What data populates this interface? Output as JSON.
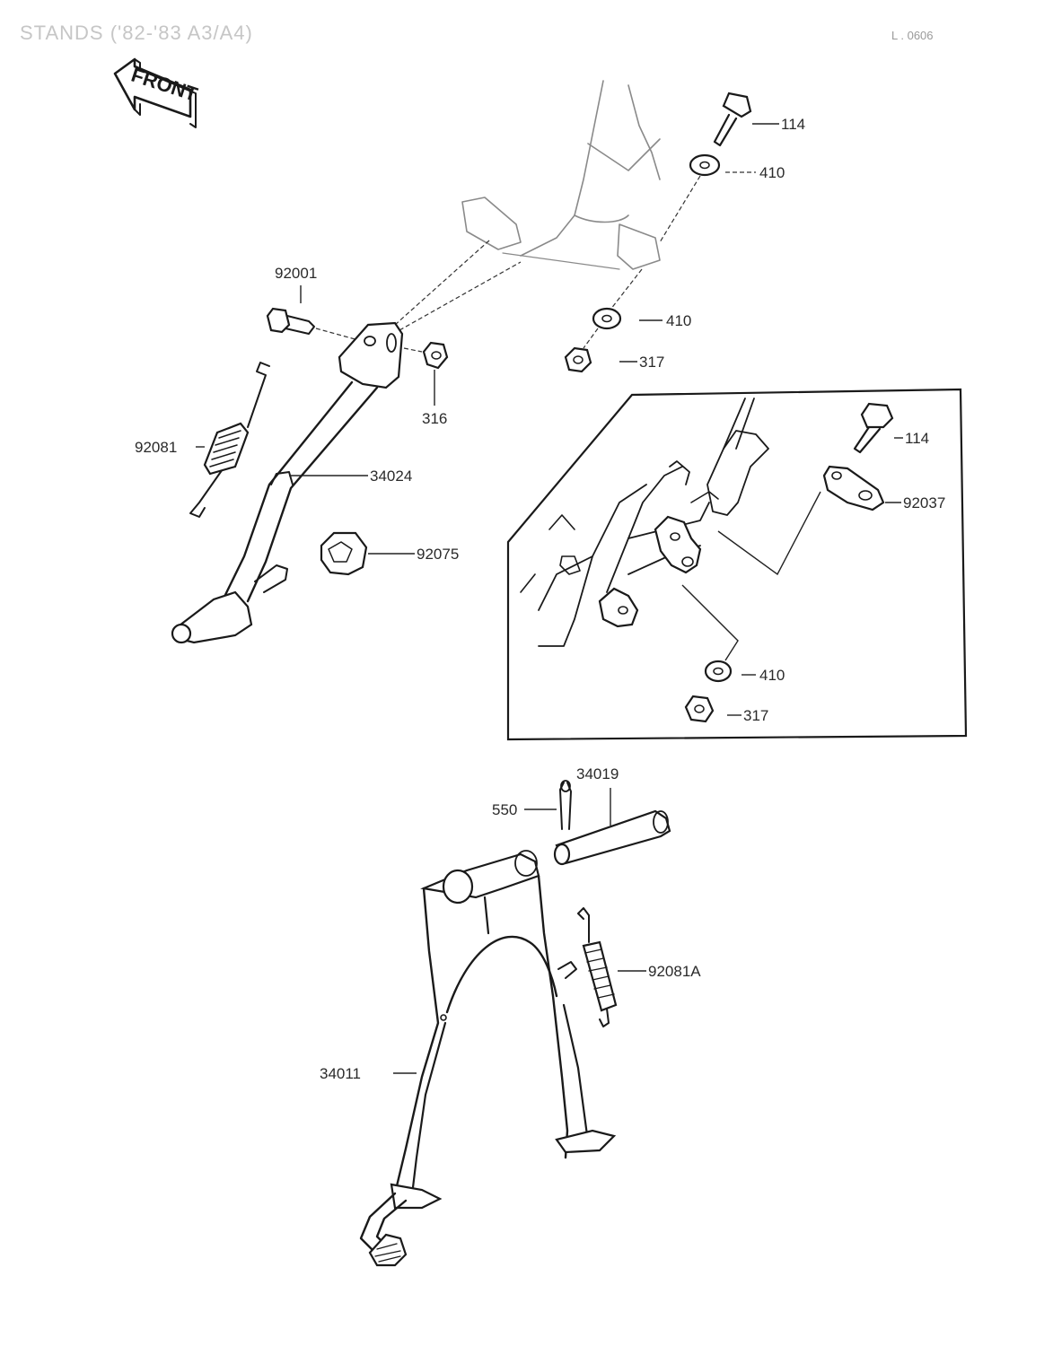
{
  "header": {
    "title": "STANDS ('82-'83 A3/A4)",
    "page_ref": "L . 0606"
  },
  "front_marker": {
    "label": "FRONT",
    "icon": "front-arrow-icon"
  },
  "callouts": {
    "bolt_top": "114",
    "washer_top": "410",
    "pivot_bolt": "92001",
    "washer_mid": "410",
    "nut_mid": "317",
    "nut_side": "316",
    "spring_side": "92081",
    "side_stand": "34024",
    "rubber_stop": "92075",
    "bolt_inset": "114",
    "bracket_inset": "92037",
    "washer_inset": "410",
    "nut_inset": "317",
    "shaft": "34019",
    "cotter_pin": "550",
    "spring_center": "92081A",
    "center_stand": "34011"
  },
  "colors": {
    "ink": "#1a1a1a",
    "title": "#c6c6c6",
    "background": "#ffffff"
  }
}
